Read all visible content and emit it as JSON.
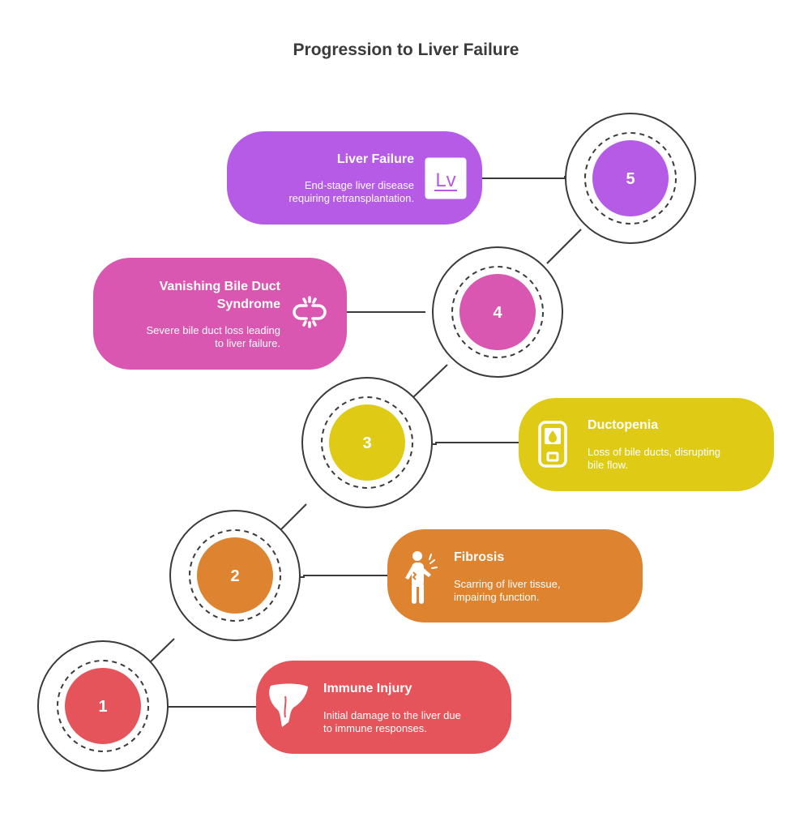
{
  "title": "Progression to Liver Failure",
  "colors": {
    "liver_failure": "#B65BE6",
    "vbds": "#D957B1",
    "ductopenia": "#DFCB15",
    "fibrosis": "#DE8330",
    "immune_injury": "#E4545A"
  },
  "stages": [
    {
      "number": "1",
      "title": "Immune Injury",
      "description": [
        "Initial damage to the liver due",
        "to immune responses."
      ],
      "icon": "liver-icon"
    },
    {
      "number": "2",
      "title": "Fibrosis",
      "description": [
        "Scarring of liver tissue,",
        "impairing function."
      ],
      "icon": "person-pain-icon"
    },
    {
      "number": "3",
      "title": "Ductopenia",
      "description": [
        "Loss of bile ducts, disrupting",
        "bile flow."
      ],
      "icon": "test-meter-icon"
    },
    {
      "number": "4",
      "title": [
        "Vanishing Bile Duct",
        "Syndrome"
      ],
      "description": [
        "Severe bile duct loss leading",
        "to liver failure."
      ],
      "icon": "broken-link-icon"
    },
    {
      "number": "5",
      "title": "Liver Failure",
      "description": [
        "End-stage liver disease",
        "requiring retransplantation."
      ],
      "icon": "lv-element-icon"
    }
  ]
}
